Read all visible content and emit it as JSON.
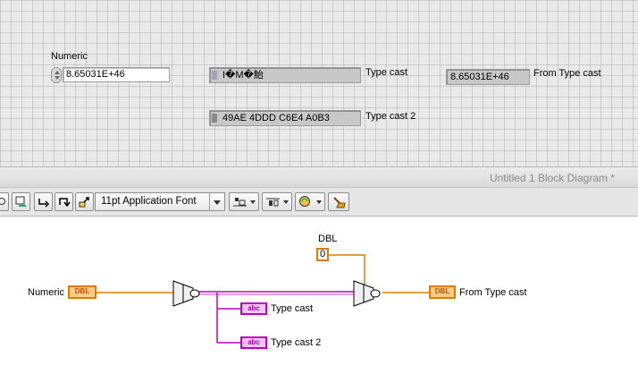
{
  "front_panel": {
    "numeric": {
      "label": "Numeric",
      "value": "8.65031E+46"
    },
    "type_cast": {
      "label": "Type cast",
      "value": "I�M�鮐"
    },
    "from_type_cast": {
      "label": "From Type cast",
      "value": "8.65031E+46"
    },
    "type_cast_2": {
      "label": "Type cast 2",
      "value": "49AE 4DDD C6E4 A0B3"
    }
  },
  "window": {
    "title": "Untitled 1 Block Diagram *"
  },
  "toolbar": {
    "font_selector": "11pt Application Font"
  },
  "block_diagram": {
    "numeric": {
      "label": "Numeric",
      "type": "DBL"
    },
    "dbl_constant": {
      "label": "DBL",
      "value": "0"
    },
    "type_cast_ind": {
      "label": "Type cast",
      "type": "abc"
    },
    "type_cast_2_ind": {
      "label": "Type cast 2",
      "type": "abc"
    },
    "from_type_cast": {
      "label": "From Type cast",
      "type": "DBL"
    }
  },
  "colors": {
    "dbl_wire": "#e07b00",
    "string_wire": "#c000c0",
    "grid_bg": "#e9e9e9"
  }
}
